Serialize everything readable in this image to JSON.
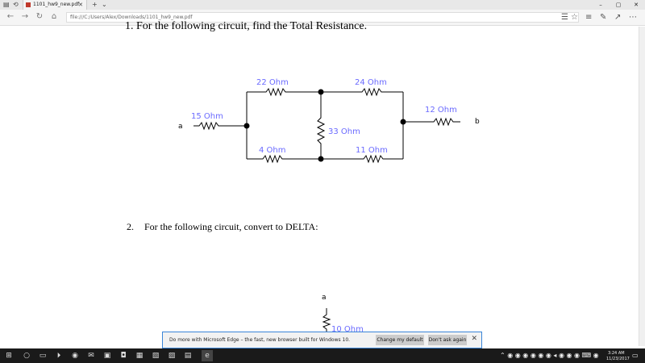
{
  "browser": {
    "tab_title": "1101_hw9_new.pdf",
    "tab_close": "✕",
    "new_tab": "+",
    "tab_menu": "⌄",
    "minimize": "–",
    "maximize": "▢",
    "close": "✕",
    "address": "file:///C:/Users/Alex/Downloads/1101_hw9_new.pdf"
  },
  "document": {
    "cut_heading": "1.      For the following circuit, find the Total Resistance.",
    "q2_number": "2.",
    "q2_text": "For the following circuit, convert to DELTA:",
    "circuit1": {
      "r1": "22 Ohm",
      "r2": "24 Ohm",
      "r3": "15 Ohm",
      "r4": "12 Ohm",
      "r5": "33 Ohm",
      "r6": "4 Ohm",
      "r7": "11 Ohm",
      "node_a": "a",
      "node_b": "b"
    },
    "circuit2": {
      "node_a": "a",
      "r1": "10 Ohm"
    }
  },
  "banner": {
    "message": "Do more with Microsoft Edge – the fast, new browser built for Windows 10.",
    "change_default": "Change my default",
    "dont_ask": "Don't ask again",
    "close": "✕"
  },
  "taskbar": {
    "time": "3:24 AM",
    "date": "11/23/2017"
  },
  "colors": {
    "label_blue": "#6a6aff",
    "banner_border": "#3a85d8"
  }
}
